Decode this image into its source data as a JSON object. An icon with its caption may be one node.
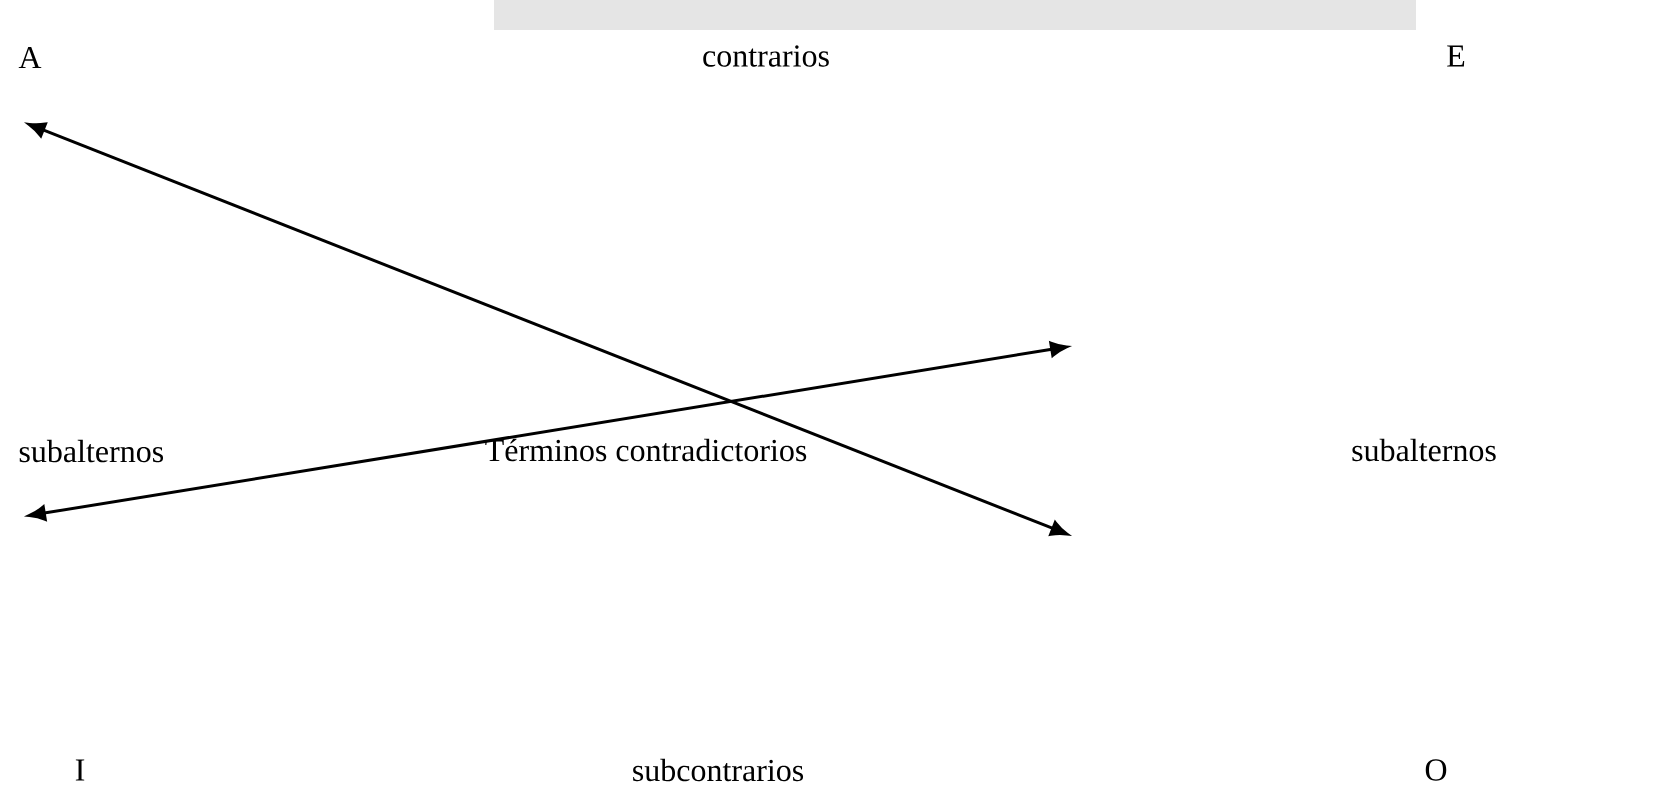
{
  "diagram": {
    "nodes": [
      {
        "text": [
          "A"
        ]
      },
      {
        "text": [
          "subalternos"
        ]
      }
    ],
    "edges": [
      {
        "from": 0,
        "to": null,
        "arrow": "both"
      },
      {
        "from": 1,
        "to": null,
        "arrow": "both"
      }
    ],
    "labels": [
      "contrarios",
      "E",
      "Términos contradictorios",
      "subalternos",
      "I",
      "subcontrarios",
      "O"
    ]
  }
}
